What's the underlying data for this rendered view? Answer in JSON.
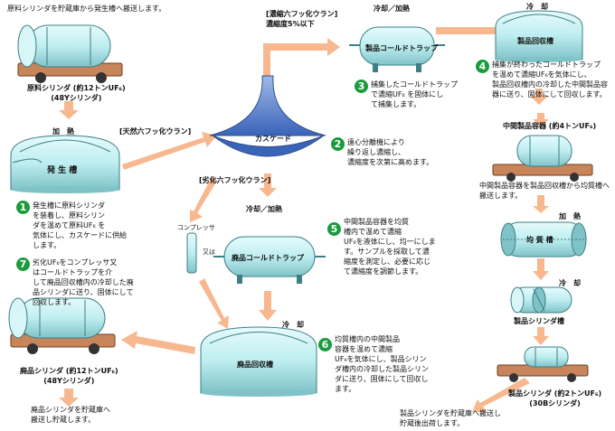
{
  "top_note": "原料シリンダを貯蔵庫から発生槽へ搬送します。",
  "colors": {
    "arrow": "#f7b88f",
    "vessel": "#bfeef0",
    "vessel_dark": "#6fb3b8",
    "cascade": "#4f7bc9",
    "cart": "#c8845a",
    "badge": "#1a9b3c"
  },
  "left": {
    "raw_cylinder_label": "原料シリンダ (約12トンUF₆)\n(48Yシリンダ)",
    "heat_label": "加　熱",
    "generator_label": "発 生 槽",
    "step1_num": "1",
    "step1_text": "発生槽に原料シリンダ\nを装着し、原料シリン\nダを温めて原料UF₆ を\n気体にし、カスケードに供給\nします。",
    "step7_num": "7",
    "step7_text": "劣化UF₆をコンプレッサ又\nはコールドトラップを介\nして廃品回収槽内の冷却した廃\n品シリンダに送り、固体にして\n回収します。",
    "waste_cylinder_label": "廃品シリンダ (約12トンUF₆)\n(48Yシリンダ)",
    "bottom_note": "廃品シリンダを貯蔵庫へ\n搬送し貯蔵します。"
  },
  "center": {
    "natural_uf6": "[天然六フッ化ウラン]",
    "enriched_uf6": "[濃縮六フッ化ウラン]\n濃縮度5%以下",
    "depleted_uf6": "[劣化六フッ化ウラン]",
    "cascade_label": "カスケード",
    "cool_heat_top": "冷却／加熱",
    "product_trap_label": "製品コールドトラップ",
    "step3_num": "3",
    "step3_text": "捕集したコールドトラップ\nで濃縮UF₆ を固体にし\nて捕集します。",
    "step2_num": "2",
    "step2_text": "遠心分離機により\n繰り返し濃縮し、\n濃縮度を次第に高めます。",
    "cool_heat_mid": "冷却／加熱",
    "compressor_label": "コンプレッサ",
    "or_label": "又は",
    "waste_trap_label": "廃品コールドトラップ",
    "step5_num": "5",
    "step5_text": "中間製品容器を均質\n槽内で温めて濃縮\nUF₆を液体にし、均一にしま\nす。サンプルを採取して濃\n縮度を測定し、必要に応じ\nて濃縮度を調節します。",
    "cool_label": "冷　却",
    "waste_recovery_label": "廃品回収槽",
    "step6_num": "6",
    "step6_text": "均質槽内の中間製品\n容器を温めて濃縮\nUF₆を気体にし、製品シリン\nダ槽内の冷却した製品シリン\nダに送り、固体にして回収し\nます。"
  },
  "right": {
    "cool_top": "冷　却",
    "product_recovery_label": "製品回収槽",
    "step4_num": "4",
    "step4_text": "捕集が終わったコールドトラップ\nを温めて濃縮UF₆を気体にし、\n製品回収槽内の冷却した中間製品容\n器に送り、固体にして回収します。",
    "intermediate_label": "中間製品容器 (約4トンUF₆)",
    "transfer_note": "中間製品容器を製品回収槽から均質槽へ\n搬送します。",
    "heat_label": "加　熱",
    "homogenizer_label": "均 質 槽",
    "cool_label2": "冷　却",
    "product_cyl_tank_label": "製品シリンダ槽",
    "product_cylinder_label": "製品シリンダ (約2トンUF₆)\n(30Bシリンダ)",
    "final_note": "製品シリンダを貯蔵庫へ搬送し\n貯蔵後出荷します。"
  }
}
